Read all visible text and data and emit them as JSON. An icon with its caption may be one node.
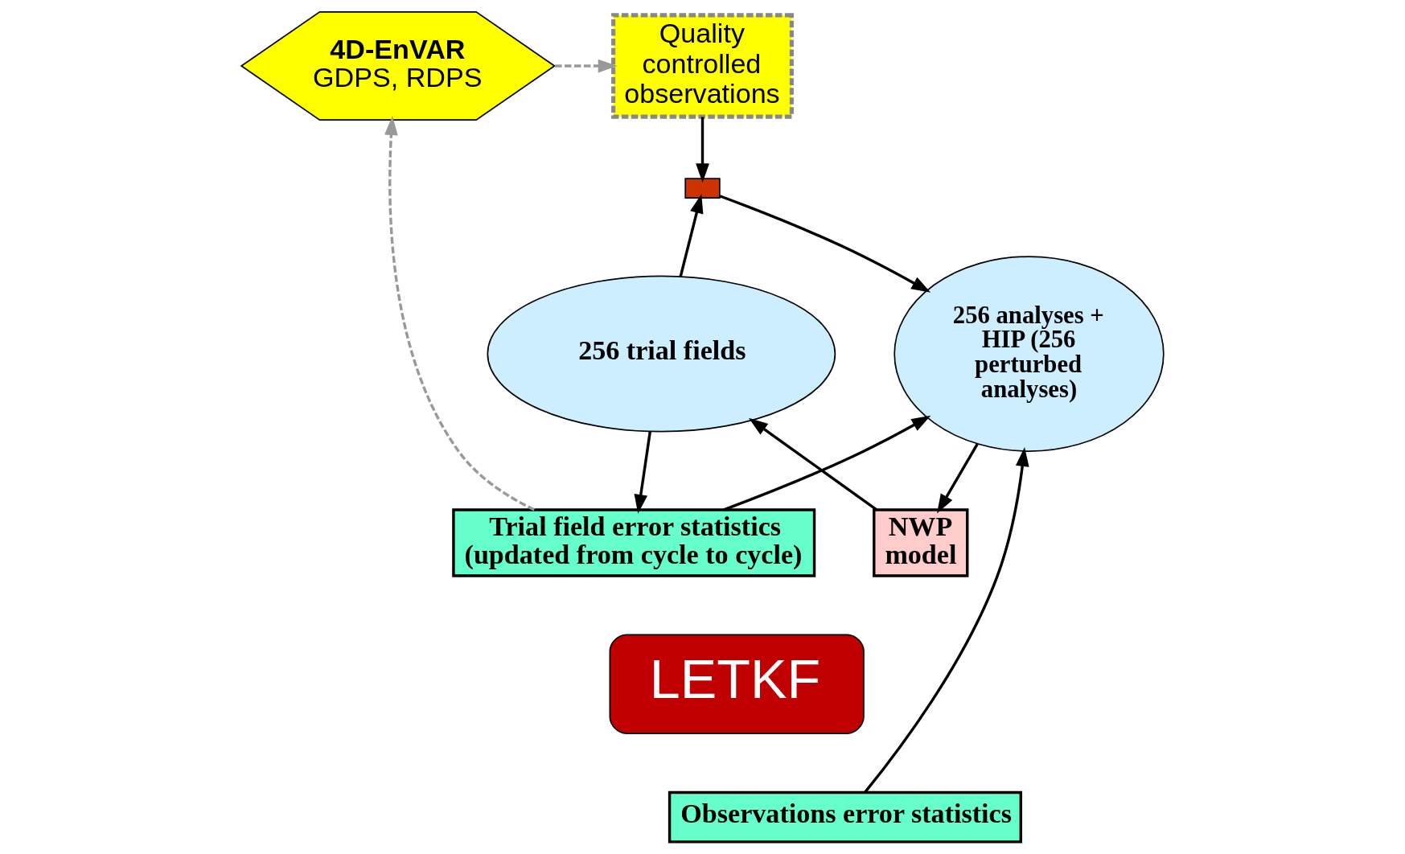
{
  "diagram": {
    "nodes": [
      {
        "text": [
          "Quality controlled observations"
        ]
      },
      {
        "text": [
          "4D-EnVAR",
          "GDPS, RDPS"
        ]
      },
      {
        "text": [],
        "shape": "box"
      },
      {
        "text": [
          "Trial field error statistics (updated from cycle to cycle)"
        ]
      },
      {
        "text": [
          "256 trial fields"
        ]
      },
      {
        "text": [
          "LETKF"
        ]
      },
      {
        "text": [
          "256 analyses + HIP (256 perturbed analyses)"
        ]
      },
      {
        "text": [
          "Observations error statistics"
        ]
      },
      {
        "text": [
          "NWP model"
        ]
      }
    ],
    "edges": [
      {
        "from": 0,
        "to": 2,
        "arrow": "to"
      },
      {
        "from": 4,
        "to": 2,
        "arrow": "to"
      },
      {
        "from": 2,
        "to": 6,
        "arrow": "to"
      },
      {
        "from": 1,
        "to": 0,
        "arrow": "to",
        "style": "dashed",
        "color": "#999999"
      },
      {
        "from": 3,
        "to": 1,
        "arrow": "to",
        "style": "dashed",
        "color": "#999999"
      },
      {
        "from": 4,
        "to": 3,
        "arrow": "to"
      },
      {
        "from": 3,
        "to": 6,
        "arrow": "to"
      },
      {
        "from": 7,
        "to": 6,
        "arrow": "to"
      },
      {
        "from": 6,
        "to": 8,
        "arrow": "to"
      },
      {
        "from": 8,
        "to": 4,
        "arrow": "to"
      }
    ]
  }
}
